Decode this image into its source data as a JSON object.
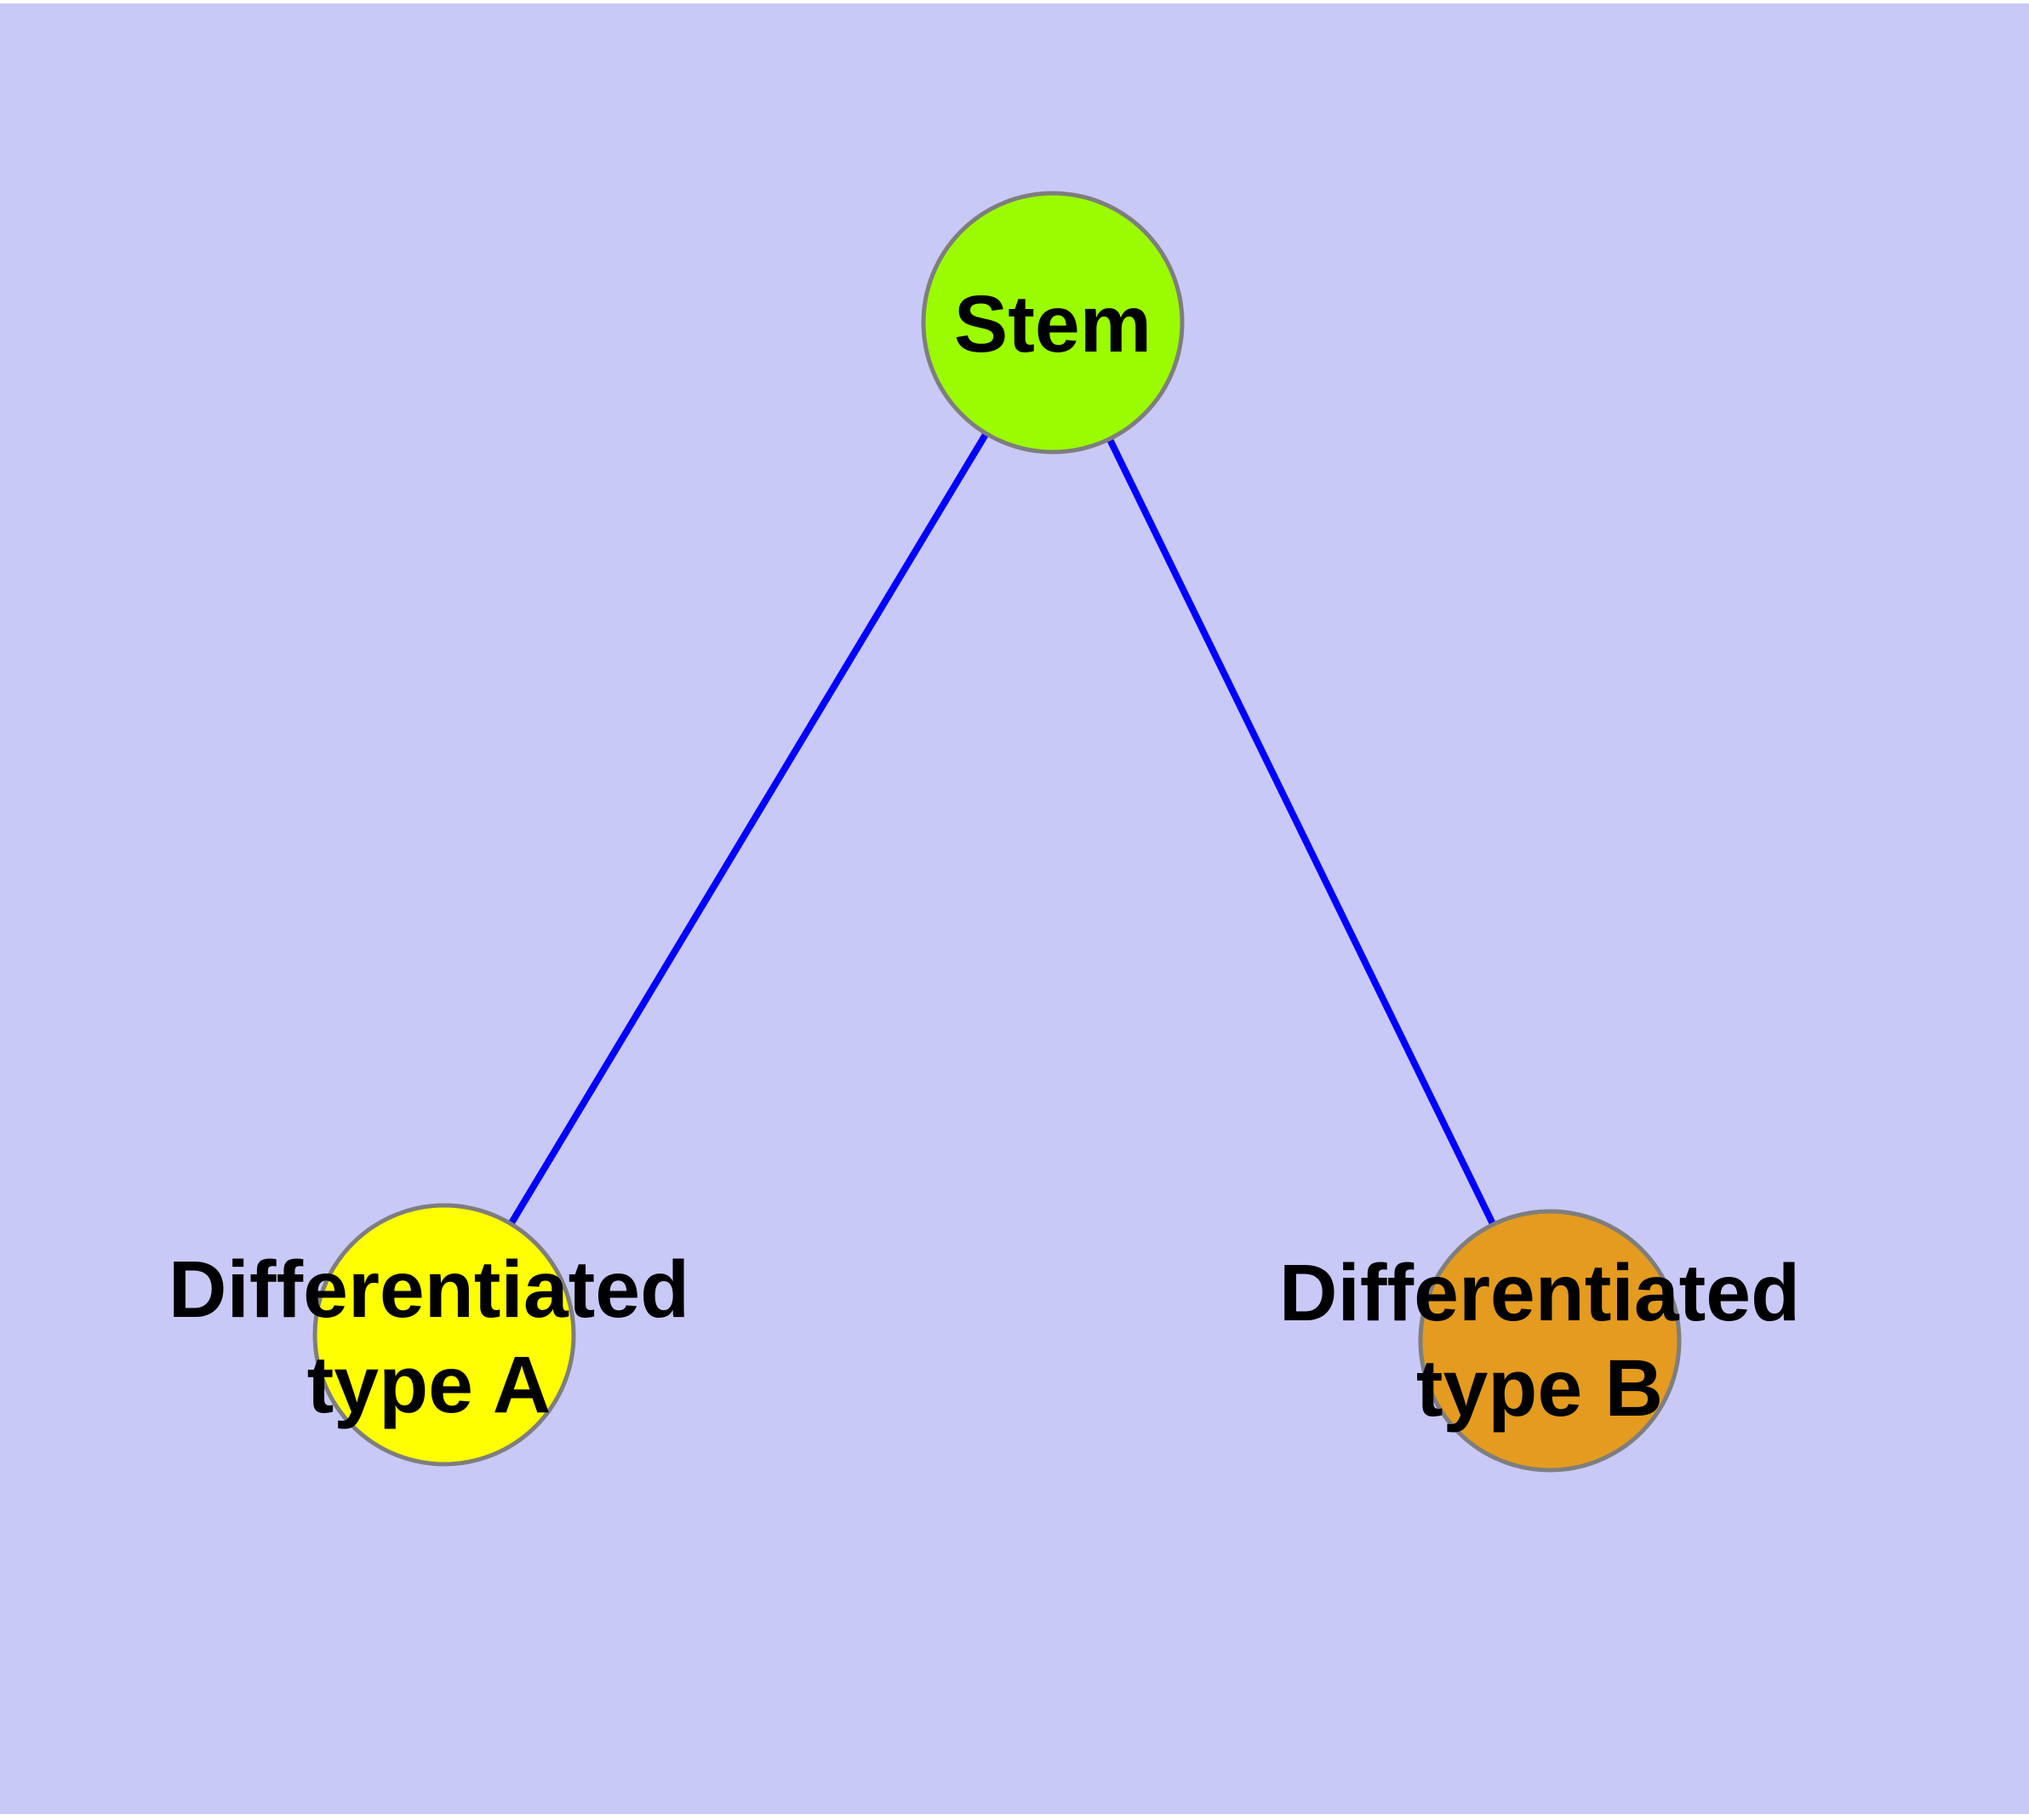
{
  "diagram": {
    "type": "graph",
    "background_color": "#c9c9f8",
    "page_border_color": "#ffffff",
    "edge_color": "#0000ff",
    "node_stroke_color": "#7e7e7e",
    "label_color": "#000000",
    "nodes": [
      {
        "id": "stem",
        "label": "Stem",
        "fill": "#9bfb00"
      },
      {
        "id": "diff-a",
        "label": "Differentiated\ntype A",
        "fill": "#ffff00"
      },
      {
        "id": "diff-b",
        "label": "Differentiated\ntype B",
        "fill": "#e49b1f"
      }
    ],
    "edges": [
      {
        "from": "stem",
        "to": "diff-a"
      },
      {
        "from": "stem",
        "to": "diff-b"
      }
    ]
  }
}
